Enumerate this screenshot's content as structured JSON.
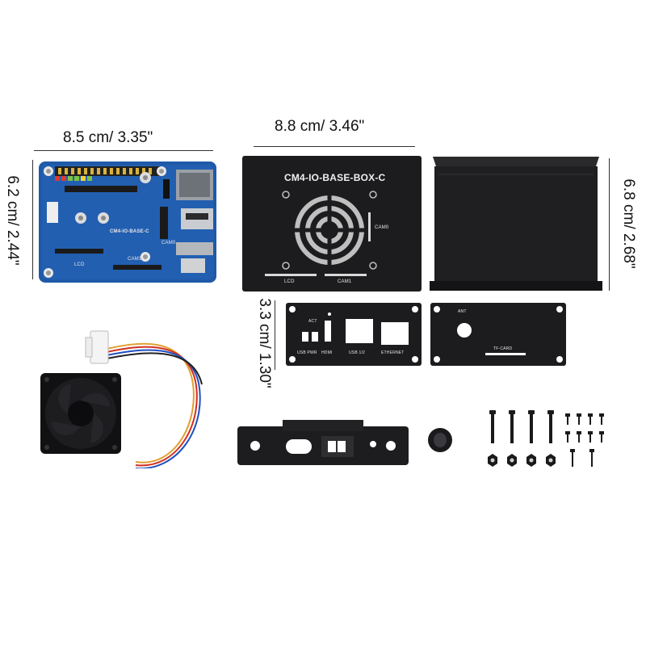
{
  "dimensions": {
    "board_width": "8.5 cm/ 3.35\"",
    "board_height": "6.2 cm/ 2.44\"",
    "case_width": "8.8 cm/ 3.46\"",
    "case_height": "6.8 cm/ 2.68\"",
    "panel_height": "3.3 cm/ 1.30\""
  },
  "board": {
    "label": "CM4-IO-BASE-C",
    "lcd_label": "LCD",
    "cam_label": "CAM1",
    "cam0_label": "CAM0"
  },
  "case_lid": {
    "title": "CM4-IO-BASE-BOX-C",
    "cam0_label": "CAM0",
    "lcd_label": "LCD",
    "cam1_label": "CAM1"
  },
  "front_panel": {
    "act_label": "ACT",
    "usb_pwr_label": "USB PWR",
    "hdmi_label": "HDMI",
    "usb12_label": "USB 1/2",
    "ethernet_label": "ETHERNET"
  },
  "back_panel": {
    "ant_label": "ANT",
    "tfcard_label": "TF-CARD"
  },
  "colors": {
    "board_blue": "#1f5aa8",
    "case_black": "#1c1c1e",
    "background": "#ffffff"
  }
}
